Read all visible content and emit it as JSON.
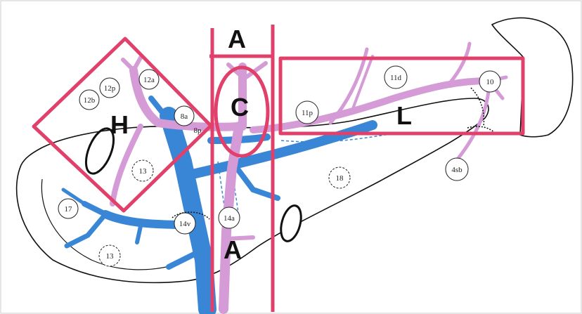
{
  "colors": {
    "region_outline": "#e0406a",
    "vein": "#3a86d6",
    "artery": "#d49bd6",
    "outline": "#111111",
    "frame": "#cccccc"
  },
  "regions": {
    "H": "H",
    "L": "L",
    "C": "C",
    "A_top": "A",
    "A_bottom": "A"
  },
  "nodes": {
    "n12a": "12a",
    "n12p": "12p",
    "n12b": "12b",
    "n8a": "8a",
    "n8p": "8p",
    "n13_upper": "13",
    "n13_lower": "13",
    "n17": "17",
    "n14v": "14v",
    "n14a": "14a",
    "n18": "18",
    "n11p": "11p",
    "n11d": "11d",
    "n10": "10",
    "n4sb": "4sb"
  }
}
